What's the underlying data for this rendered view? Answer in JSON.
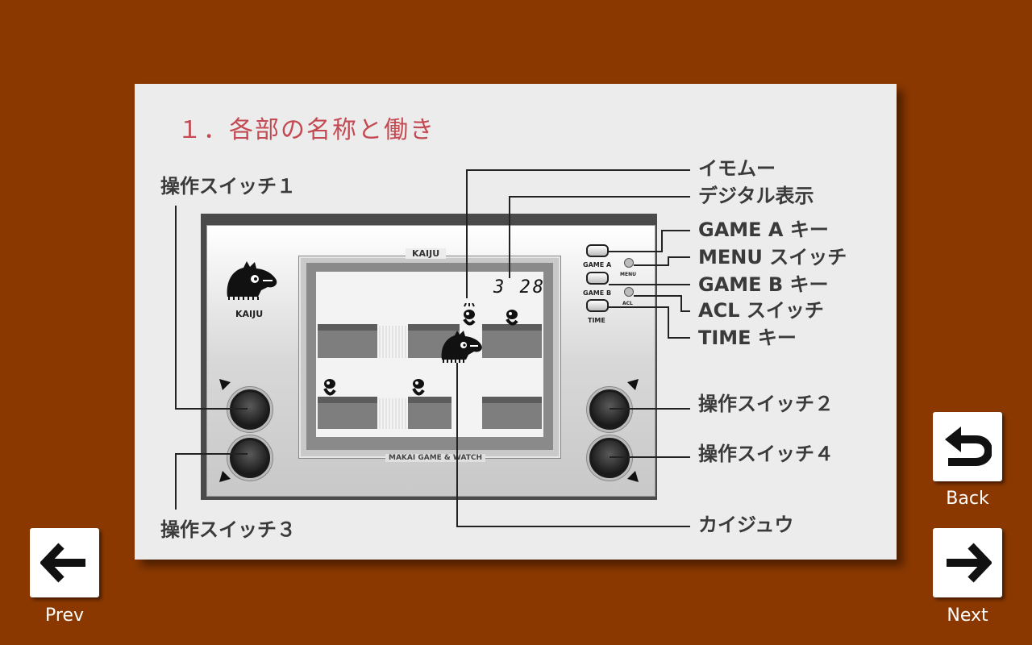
{
  "title": "１．各部の名称と働き",
  "labels": {
    "switch1": "操作スイッチ１",
    "switch2": "操作スイッチ２",
    "switch3": "操作スイッチ３",
    "switch4": "操作スイッチ４",
    "imomu": "イモムー",
    "digital": "デジタル表示",
    "game_a": "GAME A キー",
    "menu": "MENU スイッチ",
    "game_b": "GAME B キー",
    "acl": "ACL スイッチ",
    "time": "TIME キー",
    "kaiju": "カイジュウ"
  },
  "device": {
    "brand_logo_text": "KAIJU",
    "screen_title": "KAIJU",
    "maker": "MAKAI GAME & WATCH",
    "score": "3 28",
    "btn_game_a": "GAME A",
    "btn_game_b": "GAME B",
    "btn_time": "TIME",
    "btn_menu": "MENU",
    "btn_acl": "ACL"
  },
  "nav": {
    "prev": "Prev",
    "back": "Back",
    "next": "Next"
  }
}
